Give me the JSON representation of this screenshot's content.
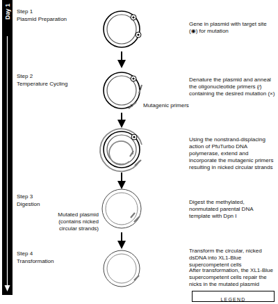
{
  "diagram": {
    "nodes": [
      {
        "text": [
          "Day 1"
        ]
      },
      {
        "text": [
          "LEGEND"
        ]
      }
    ],
    "labels": [
      "Step 1",
      "Plasmid Preparation",
      "Gene in plasmid with target site (◉) for mutation",
      "Step 2",
      "Temperature Cycling",
      "Denature the plasmid and anneal the oligonucleotide primers (⁄) containing the desired mutation (×)",
      "Mutagenic primers",
      "Using the nonstrand-displacing action of PfuTurbo DNA polymerase, extend and incorporate the mutagenic primers resulting in nicked circular strands",
      "Step 3",
      "Digestion",
      "Mutated plasmid (contains nicked circular strands)",
      "Digest the methylated, nonmutated parental DNA template with Dpn I",
      "Step 4",
      "Transformation",
      "Transform the circular, nicked dsDNA into XL1-Blue supercompetent cells",
      "After transformation, the XL1-Blue supercompetent cells repair the nicks in the mutated plasmid"
    ]
  }
}
